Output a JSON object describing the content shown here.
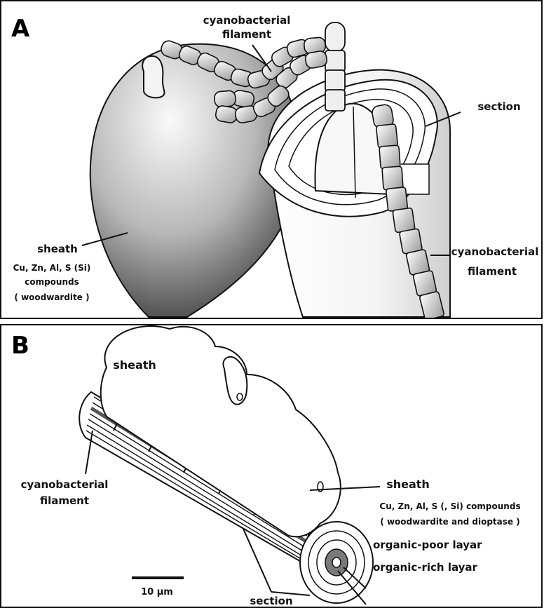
{
  "panel_a": {
    "letter": "A",
    "label_filament_top_1": "cyanobacterial",
    "label_filament_top_2": "filament",
    "label_section": "section",
    "label_sheath": "sheath",
    "label_composition_1": "Cu, Zn, Al, S (Si)",
    "label_composition_2": "compounds",
    "label_composition_3": "( woodwardite )",
    "label_filament_right_1": "cyanobacterial",
    "label_filament_right_2": "filament"
  },
  "panel_b": {
    "letter": "B",
    "label_sheath_top": "sheath",
    "label_filament_1": "cyanobacterial",
    "label_filament_2": "filament",
    "label_sheath_right": "sheath",
    "label_composition_1": "Cu, Zn, Al, S (, Si) compounds",
    "label_composition_2": "( woodwardite and dioptase )",
    "label_organic_poor": "organic-poor layar",
    "label_organic_rich": "organic-rich layar",
    "label_section": "section",
    "scale_bar_label": "10 μm"
  },
  "colors": {
    "ink": "#111111",
    "paper": "#ffffff",
    "shade_dark": "#6a6a6a",
    "shade_light": "#e6e6e6"
  }
}
